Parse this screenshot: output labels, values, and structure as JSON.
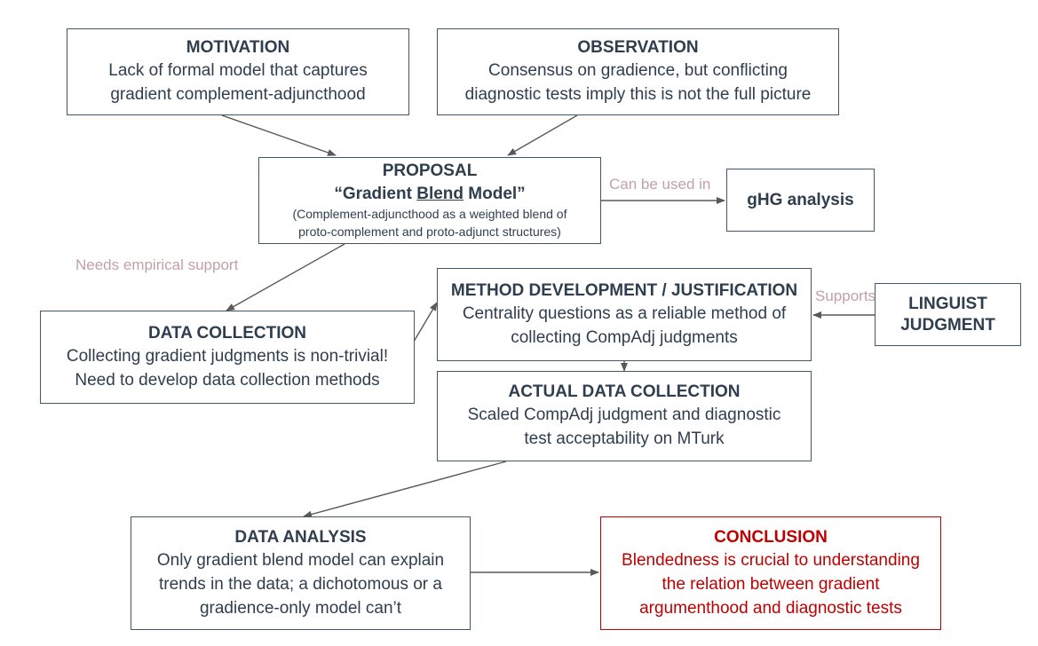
{
  "nodes": {
    "motivation": {
      "title": "MOTIVATION",
      "line1": "Lack of formal model that captures",
      "line2": "gradient complement-adjuncthood"
    },
    "observation": {
      "title": "OBSERVATION",
      "line1": "Consensus on gradience, but conflicting",
      "line2": "diagnostic tests imply this is not the full picture"
    },
    "proposal": {
      "title": "PROPOSAL",
      "subtitle_open": "“Gradient ",
      "subtitle_underlined": "Blend",
      "subtitle_close": " Model”",
      "detail1": "(Complement-adjuncthood as a weighted blend of",
      "detail2": "proto-complement and proto-adjunct structures)"
    },
    "ghg": {
      "title": "gHG analysis"
    },
    "data_collection": {
      "title": "DATA COLLECTION",
      "line1": "Collecting gradient judgments is non-trivial!",
      "line2": "Need to develop data collection methods"
    },
    "method": {
      "title": "METHOD DEVELOPMENT / JUSTIFICATION",
      "line1": "Centrality questions as a reliable method of",
      "line2": "collecting CompAdj judgments"
    },
    "linguist": {
      "line1": "LINGUIST",
      "line2": "JUDGMENT"
    },
    "actual": {
      "title": "ACTUAL DATA COLLECTION",
      "line1": "Scaled CompAdj judgment and diagnostic",
      "line2": "test acceptability on MTurk"
    },
    "analysis": {
      "title": "DATA ANALYSIS",
      "line1": "Only gradient blend model can explain",
      "line2": "trends in the data; a dichotomous or a",
      "line3": "gradience-only model can’t"
    },
    "conclusion": {
      "title": "CONCLUSION",
      "line1": "Blendedness is crucial to understanding",
      "line2": "the relation between gradient",
      "line3": "argumenthood and diagnostic tests"
    }
  },
  "edge_labels": {
    "can_be_used_in": "Can be used in",
    "needs_empirical_support": "Needs empirical support",
    "supports": "Supports"
  },
  "colors": {
    "box_border": "#41576b",
    "text": "#2f3e4e",
    "arrow": "#595959",
    "edge_label": "#c2a0a8",
    "conclusion_red": "#c00000"
  }
}
